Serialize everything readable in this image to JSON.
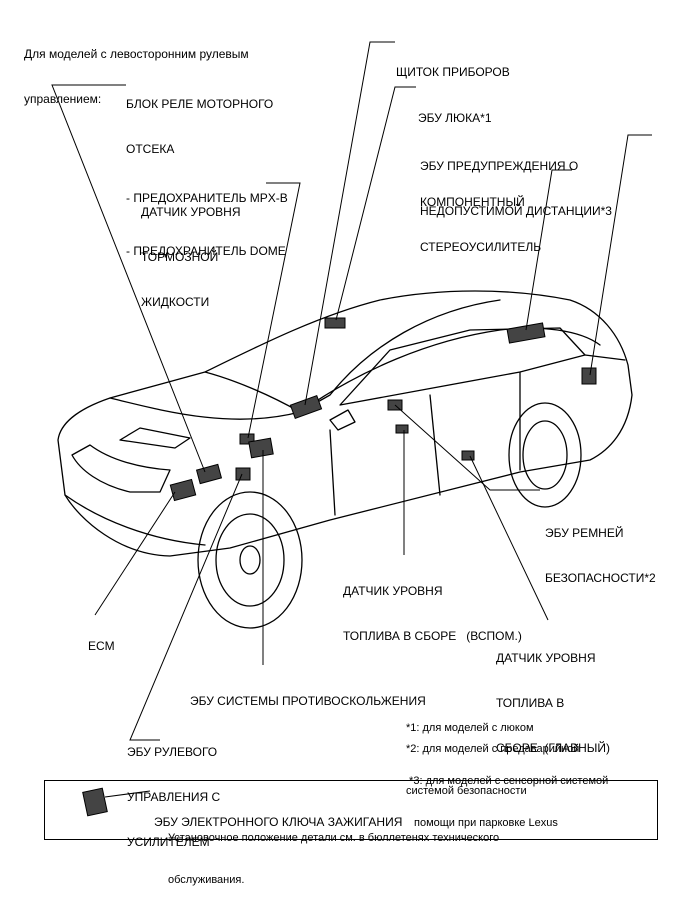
{
  "header": [
    "Для моделей с левосторонним рулевым",
    "управлением:"
  ],
  "labels": {
    "relay_block": [
      "БЛОК РЕЛЕ МОТОРНОГО",
      "ОТСЕКА",
      "- ПРЕДОХРАНИТЕЛЬ MPX-B",
      "- ПРЕДОХРАНИТЕЛЬ DOME"
    ],
    "instrument_panel": [
      "ЩИТОК ПРИБОРОВ"
    ],
    "sunroof_ecu": [
      "ЭБУ ЛЮКА*1"
    ],
    "distance_warning_ecu": [
      "ЭБУ ПРЕДУПРЕЖДЕНИЯ О",
      "НЕДОПУСТИМОЙ ДИСТАНЦИИ*3"
    ],
    "stereo_amplifier": [
      "КОМПОНЕНТНЫЙ",
      "СТЕРЕОУСИЛИТЕЛЬ"
    ],
    "brake_fluid_sensor": [
      "ДАТЧИК УРОВНЯ",
      "ТОРМОЗНОЙ",
      "ЖИДКОСТИ"
    ],
    "seatbelt_ecu": [
      "ЭБУ РЕМНЕЙ",
      "БЕЗОПАСНОСТИ*2"
    ],
    "fuel_sensor_sub": [
      "ДАТЧИК УРОВНЯ",
      "ТОПЛИВА В СБОРЕ   (ВСПОМ.)"
    ],
    "ecm": [
      "ECM"
    ],
    "fuel_sensor_main": [
      "ДАТЧИК УРОВНЯ",
      "ТОПЛИВА В",
      "СБОРЕ  (ГЛАВНЫЙ)"
    ],
    "skid_control_ecu": [
      "ЭБУ СИСТЕМЫ ПРОТИВОСКОЛЬЖЕНИЯ"
    ],
    "eps_ecu": [
      "ЭБУ РУЛЕВОГО",
      "УПРАВЛЕНИЯ С",
      "УСИЛИТЕЛЕМ"
    ]
  },
  "notes": [
    [
      "*1: для моделей с люком"
    ],
    [
      "*2: для моделей с предаварийной",
      "системой безопасности"
    ],
    [
      " *3: для моделей с сенсорной системой",
      "помощи при парковке Lexus"
    ]
  ],
  "footer": {
    "title": "ЭБУ ЭЛЕКТРОННОГО КЛЮЧА ЗАЖИГАНИЯ",
    "text": [
      "Установочное положение детали см. в бюллетенях технического",
      "обслуживания."
    ]
  },
  "colors": {
    "line": "#000000",
    "component_fill": "#444444",
    "background": "#ffffff"
  }
}
